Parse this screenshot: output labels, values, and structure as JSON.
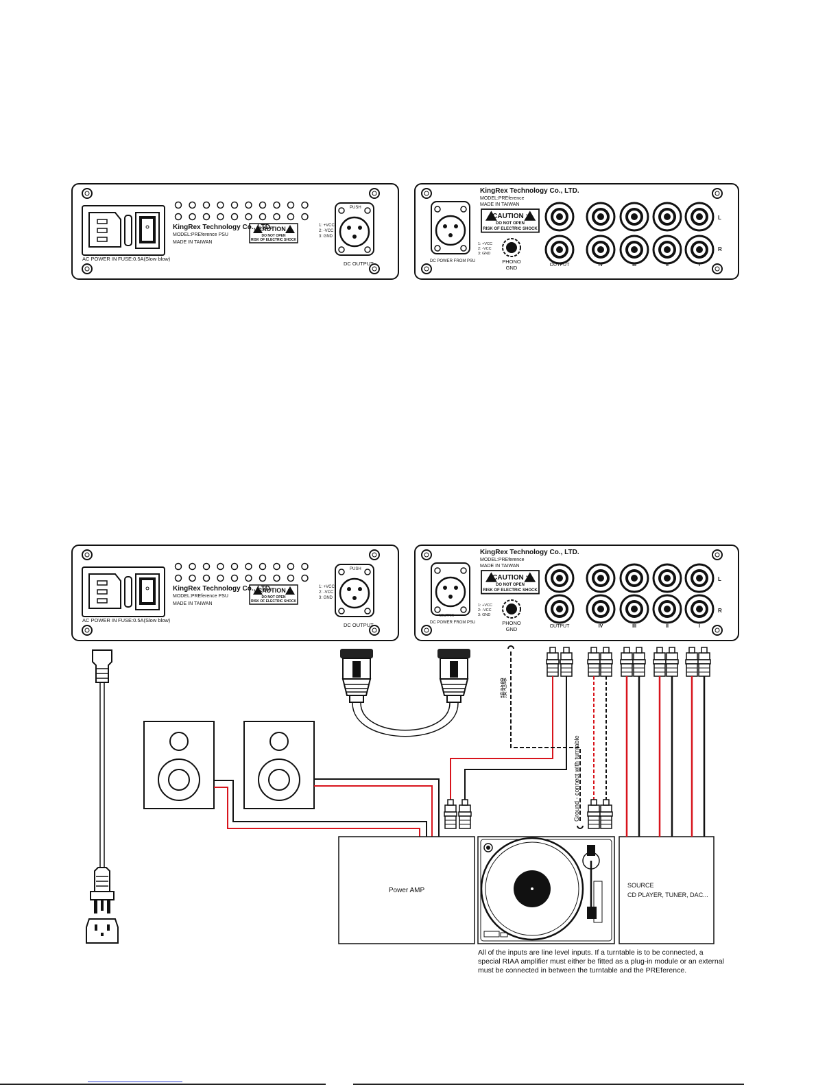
{
  "psu_panel": {
    "brand": "KingRex Technology Co., LTD.",
    "model": "MODEL:PREference PSU",
    "made_in": "MADE IN TAIWAN",
    "caution_title": "CAUTION :",
    "caution_line1": "DO NOT OPEN",
    "caution_line2": "RISK OF ELECTRIC SHOCK",
    "ac_label": "AC POWER IN",
    "fuse_label": "FUSE:0.5A(Slow blow)",
    "xlr_push": "PUSH",
    "pin1": "1: +VCC",
    "pin2": "2: -VCC",
    "pin3": "3: GND",
    "dc_output_label": "DC OUTPUT"
  },
  "pre_panel": {
    "brand": "KingRex Technology Co., LTD.",
    "model": "MODEL:PREference",
    "made_in": "MADE IN TAIWAN",
    "caution_title": "CAUTION :",
    "caution_line1": "DO NOT OPEN",
    "caution_line2": "RISK OF ELECTRIC SHOCK",
    "neutrik": "NEUTRIK",
    "pin1": "1: +VCC",
    "pin2": "2: -VCC",
    "pin3": "3: GND",
    "dc_power_label": "DC POWER FROM PSU",
    "phono": "PHONO",
    "gnd": "GND",
    "output_label": "OUTPUT",
    "input_labels": [
      "IV",
      "III",
      "II",
      "I"
    ],
    "channel_left": "L",
    "channel_right": "R"
  },
  "diagram": {
    "ground_label_cn": "接地線",
    "ground_note": "Ground - connect with turntable",
    "power_amp": "Power AMP",
    "source_line1": "SOURCE",
    "source_line2": "CD PLAYER, TUNER, DAC...",
    "note": "All of the inputs are line level inputs. If a turntable is to be connected, a special RIAA amplifier must either be fitted as a plug-in module or an external must be connected in between the turntable and the PREference."
  },
  "colors": {
    "line": "#111111",
    "red": "#d8141c"
  }
}
